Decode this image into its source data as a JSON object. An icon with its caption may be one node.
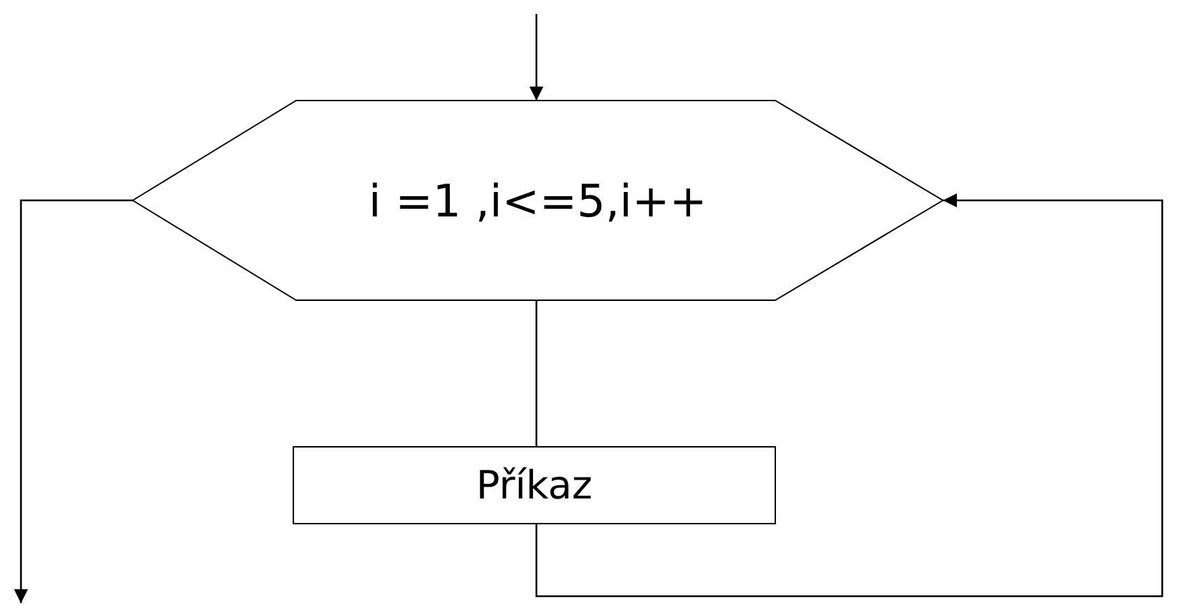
{
  "diagram": {
    "nodes": [
      {
        "text": [
          "i =1 ,i<=5,i++"
        ]
      },
      {
        "text": [
          "Příkaz"
        ]
      }
    ],
    "edges": [
      {
        "from": null,
        "to": 0,
        "arrow": "to"
      },
      {
        "from": 0,
        "to": 1,
        "arrow": "none"
      },
      {
        "from": 1,
        "to": 0,
        "arrow": "to"
      },
      {
        "from": 0,
        "to": null,
        "arrow": "to"
      }
    ]
  }
}
